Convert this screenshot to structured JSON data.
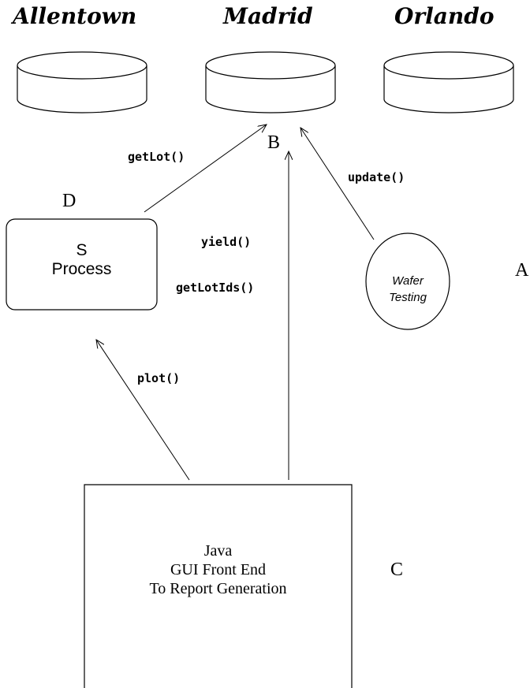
{
  "databases": [
    {
      "name": "Allentown"
    },
    {
      "name": "Madrid"
    },
    {
      "name": "Orlando"
    }
  ],
  "nodes": {
    "s_process": {
      "line1": "S",
      "line2": "Process"
    },
    "wafer_testing": {
      "line1": "Wafer",
      "line2": "Testing"
    },
    "java_frontend": {
      "line1": "Java",
      "line2": "GUI Front End",
      "line3": "To Report Generation"
    }
  },
  "markers": {
    "a": "A",
    "b": "B",
    "c": "C",
    "d": "D"
  },
  "calls": {
    "getlot": "getLot()",
    "update": "update()",
    "yield": "yield()",
    "getlotids": "getLotIds()",
    "plot": "plot()"
  }
}
